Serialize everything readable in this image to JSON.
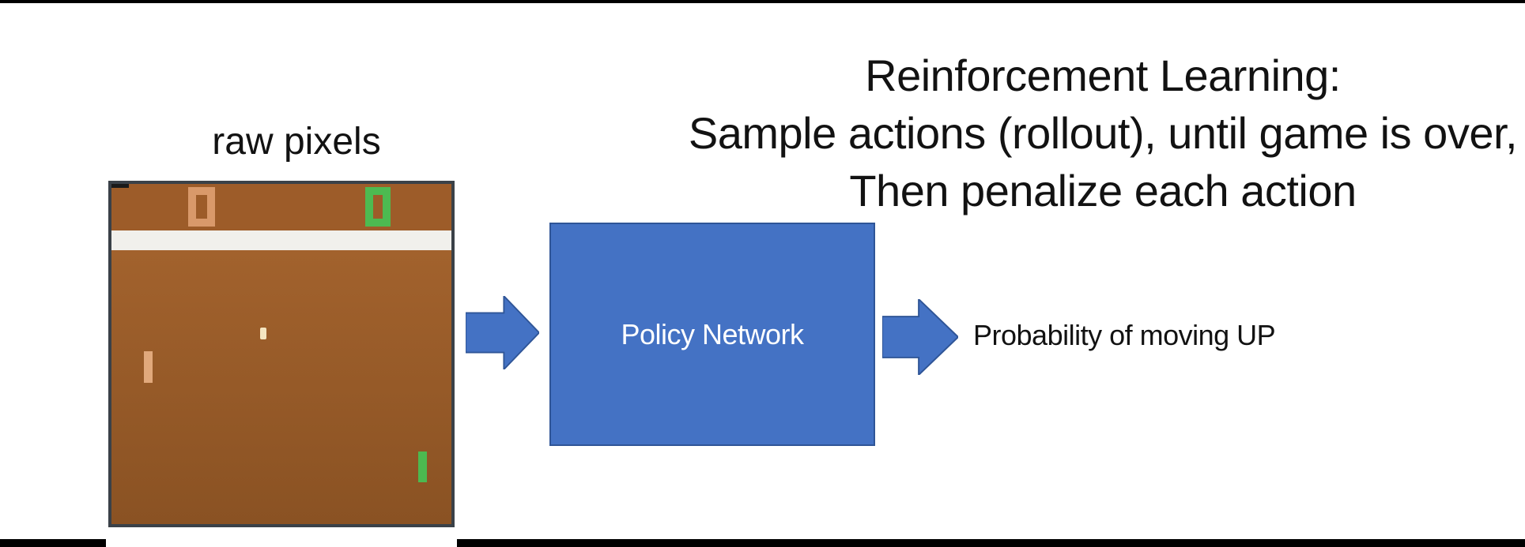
{
  "slide": {
    "title_line1": "Reinforcement Learning:",
    "title_line2": "Sample actions (rollout), until game is over,",
    "title_line3": "Then penalize each action",
    "raw_pixels_caption": "raw pixels",
    "policy_box_label": "Policy Network",
    "output_label": "Probability of moving UP"
  },
  "game": {
    "description_visible": "Pong game frame",
    "left_score": "0",
    "right_score": "0"
  },
  "icons": {
    "input_arrow": "arrow-right-icon",
    "output_arrow": "arrow-right-icon"
  },
  "colors": {
    "accent_blue": "#4472c4",
    "accent_blue_dark": "#2f5597",
    "bar_black": "#000000",
    "text_black": "#121212",
    "game_border": "#3a4148",
    "game_bg": "#9d5c29",
    "game_bg_lower_top": "#a2622d",
    "game_bg_lower_bottom": "#8a5223",
    "band_white": "#f1f0ec",
    "orange_score": "#d9996a",
    "orange_paddle": "#e1a97c",
    "green_score": "#4dba51",
    "green_paddle": "#4cb950",
    "ball_cream": "#f4e5c0"
  }
}
